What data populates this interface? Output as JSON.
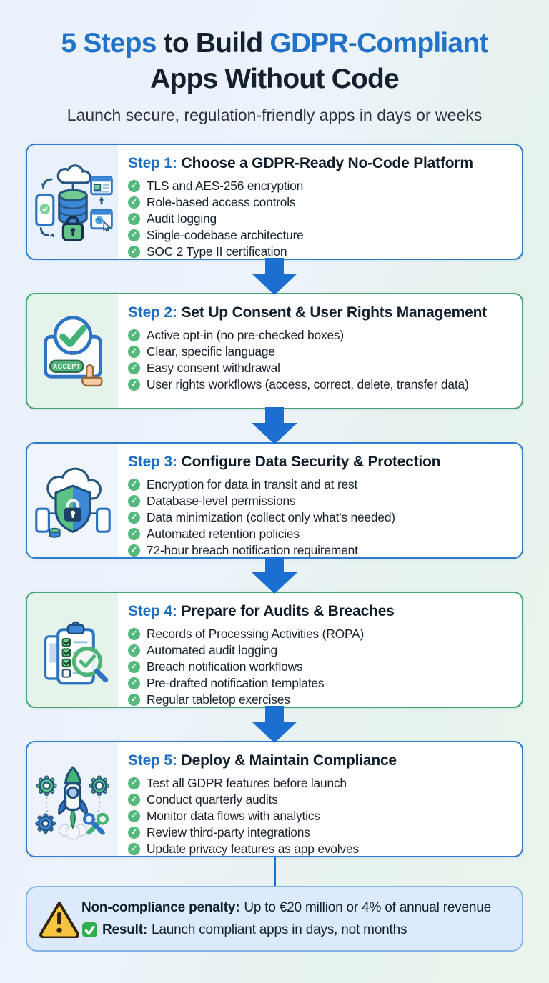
{
  "title": {
    "line1": [
      {
        "t": "5 Steps",
        "c": "accent"
      },
      {
        "t": " to Build ",
        "c": "dark"
      },
      {
        "t": "GDPR-Compliant",
        "c": "accent"
      }
    ],
    "line2": "Apps Without Code",
    "subtitle": "Launch secure, regulation-friendly apps in days or weeks"
  },
  "icons": {
    "check": "✓"
  },
  "steps": [
    {
      "label": "Step 1:",
      "title": "Choose a GDPR-Ready No-Code Platform",
      "theme": "blue",
      "icon": "no-code-platform-architecture-icon",
      "items": [
        "TLS and AES-256 encryption",
        "Role-based access controls",
        "Audit logging",
        "Single-codebase architecture",
        "SOC 2 Type II certification"
      ]
    },
    {
      "label": "Step 2:",
      "title": "Set Up Consent & User Rights Management",
      "theme": "green",
      "icon": "consent-accept-icon",
      "accept_label": "ACCEPT",
      "items": [
        "Active opt-in (no pre-checked boxes)",
        "Clear, specific language",
        "Easy consent withdrawal",
        "User rights workflows (access, correct, delete, transfer data)"
      ]
    },
    {
      "label": "Step 3:",
      "title": "Configure Data Security & Protection",
      "theme": "blue",
      "icon": "cloud-shield-lock-icon",
      "items": [
        "Encryption for data in transit and at rest",
        "Database-level permissions",
        "Data minimization (collect only what's needed)",
        "Automated retention policies",
        "72-hour breach notification requirement"
      ]
    },
    {
      "label": "Step 4:",
      "title": "Prepare for Audits & Breaches",
      "theme": "green",
      "icon": "audit-checklist-magnifier-icon",
      "items": [
        "Records of Processing Activities (ROPA)",
        "Automated audit logging",
        "Breach notification workflows",
        "Pre-drafted notification templates",
        "Regular tabletop exercises"
      ]
    },
    {
      "label": "Step 5:",
      "title": "Deploy & Maintain Compliance",
      "theme": "blue",
      "icon": "rocket-launch-gears-icon",
      "items": [
        "Test all GDPR features before launch",
        "Conduct quarterly audits",
        "Monitor data flows with analytics",
        "Review third-party integrations",
        "Update privacy features as app evolves"
      ]
    }
  ],
  "footer": {
    "penalty_label": "Non-compliance penalty:",
    "penalty_text": "Up to €20 million or 4% of annual revenue",
    "result_label": "Result:",
    "result_text": "Launch compliant apps in days, not months"
  },
  "colors": {
    "accent_blue": "#2272c8",
    "navy_text": "#15202e",
    "card_blue_border": "#2e7cd0",
    "card_green_border": "#43a674",
    "arrow_blue": "#1b6fd0",
    "bullet_check_green": "#55b97e",
    "footer_bg": "#dceafb",
    "footer_border": "#85b5e8",
    "warning_yellow": "#f7c440",
    "result_check_green": "#2fae4e"
  }
}
